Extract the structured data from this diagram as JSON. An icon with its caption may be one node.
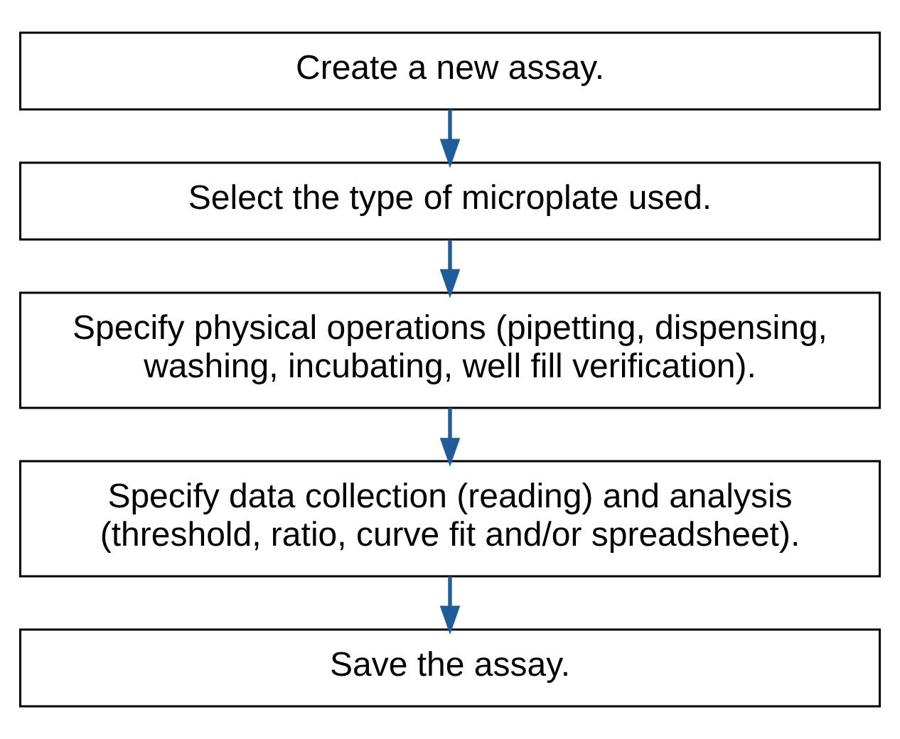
{
  "diagram": {
    "nodes": [
      {
        "text": [
          "Create a new assay."
        ]
      },
      {
        "text": [
          "Select the type of microplate used."
        ]
      },
      {
        "text": [
          "Specify physical operations (pipetting, dispensing, washing, incubating, well fill verification)."
        ]
      },
      {
        "text": [
          "Specify data collection (reading) and analysis (threshold, ratio, curve fit and/or spreadsheet)."
        ]
      },
      {
        "text": [
          "Save the assay."
        ]
      }
    ],
    "edges": [
      {
        "from": 0,
        "to": 1,
        "arrow": "to"
      },
      {
        "from": 1,
        "to": 2,
        "arrow": "to"
      },
      {
        "from": 2,
        "to": 3,
        "arrow": "to"
      },
      {
        "from": 3,
        "to": 4,
        "arrow": "to"
      }
    ]
  }
}
